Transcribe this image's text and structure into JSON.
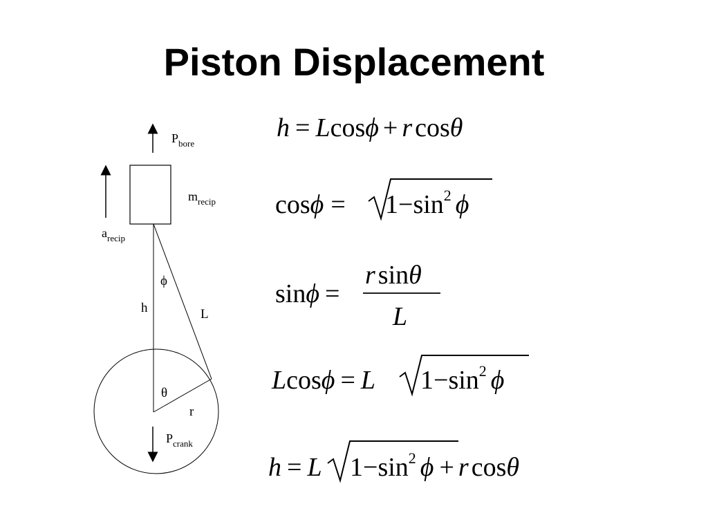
{
  "slide": {
    "title": "Piston Displacement"
  },
  "diagram": {
    "labels": {
      "p_bore_main": "P",
      "p_bore_sub": "bore",
      "m_recip_main": "m",
      "m_recip_sub": "recip",
      "a_recip_main": "a",
      "a_recip_sub": "recip",
      "phi": "ϕ",
      "h": "h",
      "L": "L",
      "theta": "θ",
      "r": "r",
      "p_crank_main": "P",
      "p_crank_sub": "crank"
    }
  },
  "equations": {
    "eq1": {
      "lhs": "h",
      "eq": "=",
      "t1": "L",
      "t2": "cos",
      "t3": "ϕ",
      "plus": "+",
      "t4": "r",
      "t5": "cos",
      "t6": "θ"
    },
    "eq2": {
      "lhs": "cos",
      "phi": "ϕ",
      "eq": "=",
      "one": "1",
      "minus": "−",
      "sin": "sin",
      "sq": "2",
      "phi2": "ϕ"
    },
    "eq3": {
      "lhs": "sin",
      "phi": "ϕ",
      "eq": "=",
      "num_r": "r",
      "num_sin": "sin",
      "num_theta": "θ",
      "den": "L"
    },
    "eq4": {
      "L": "L",
      "cos": "cos",
      "phi": "ϕ",
      "eq": "=",
      "L2": "L",
      "one": "1",
      "minus": "−",
      "sin": "sin",
      "sq": "2",
      "phi2": "ϕ"
    },
    "eq5": {
      "h": "h",
      "eq": "=",
      "L": "L",
      "one": "1",
      "minus": "−",
      "sin": "sin",
      "sq": "2",
      "phi": "ϕ",
      "plus": "+",
      "r": "r",
      "cos": "cos",
      "theta": "θ"
    }
  }
}
